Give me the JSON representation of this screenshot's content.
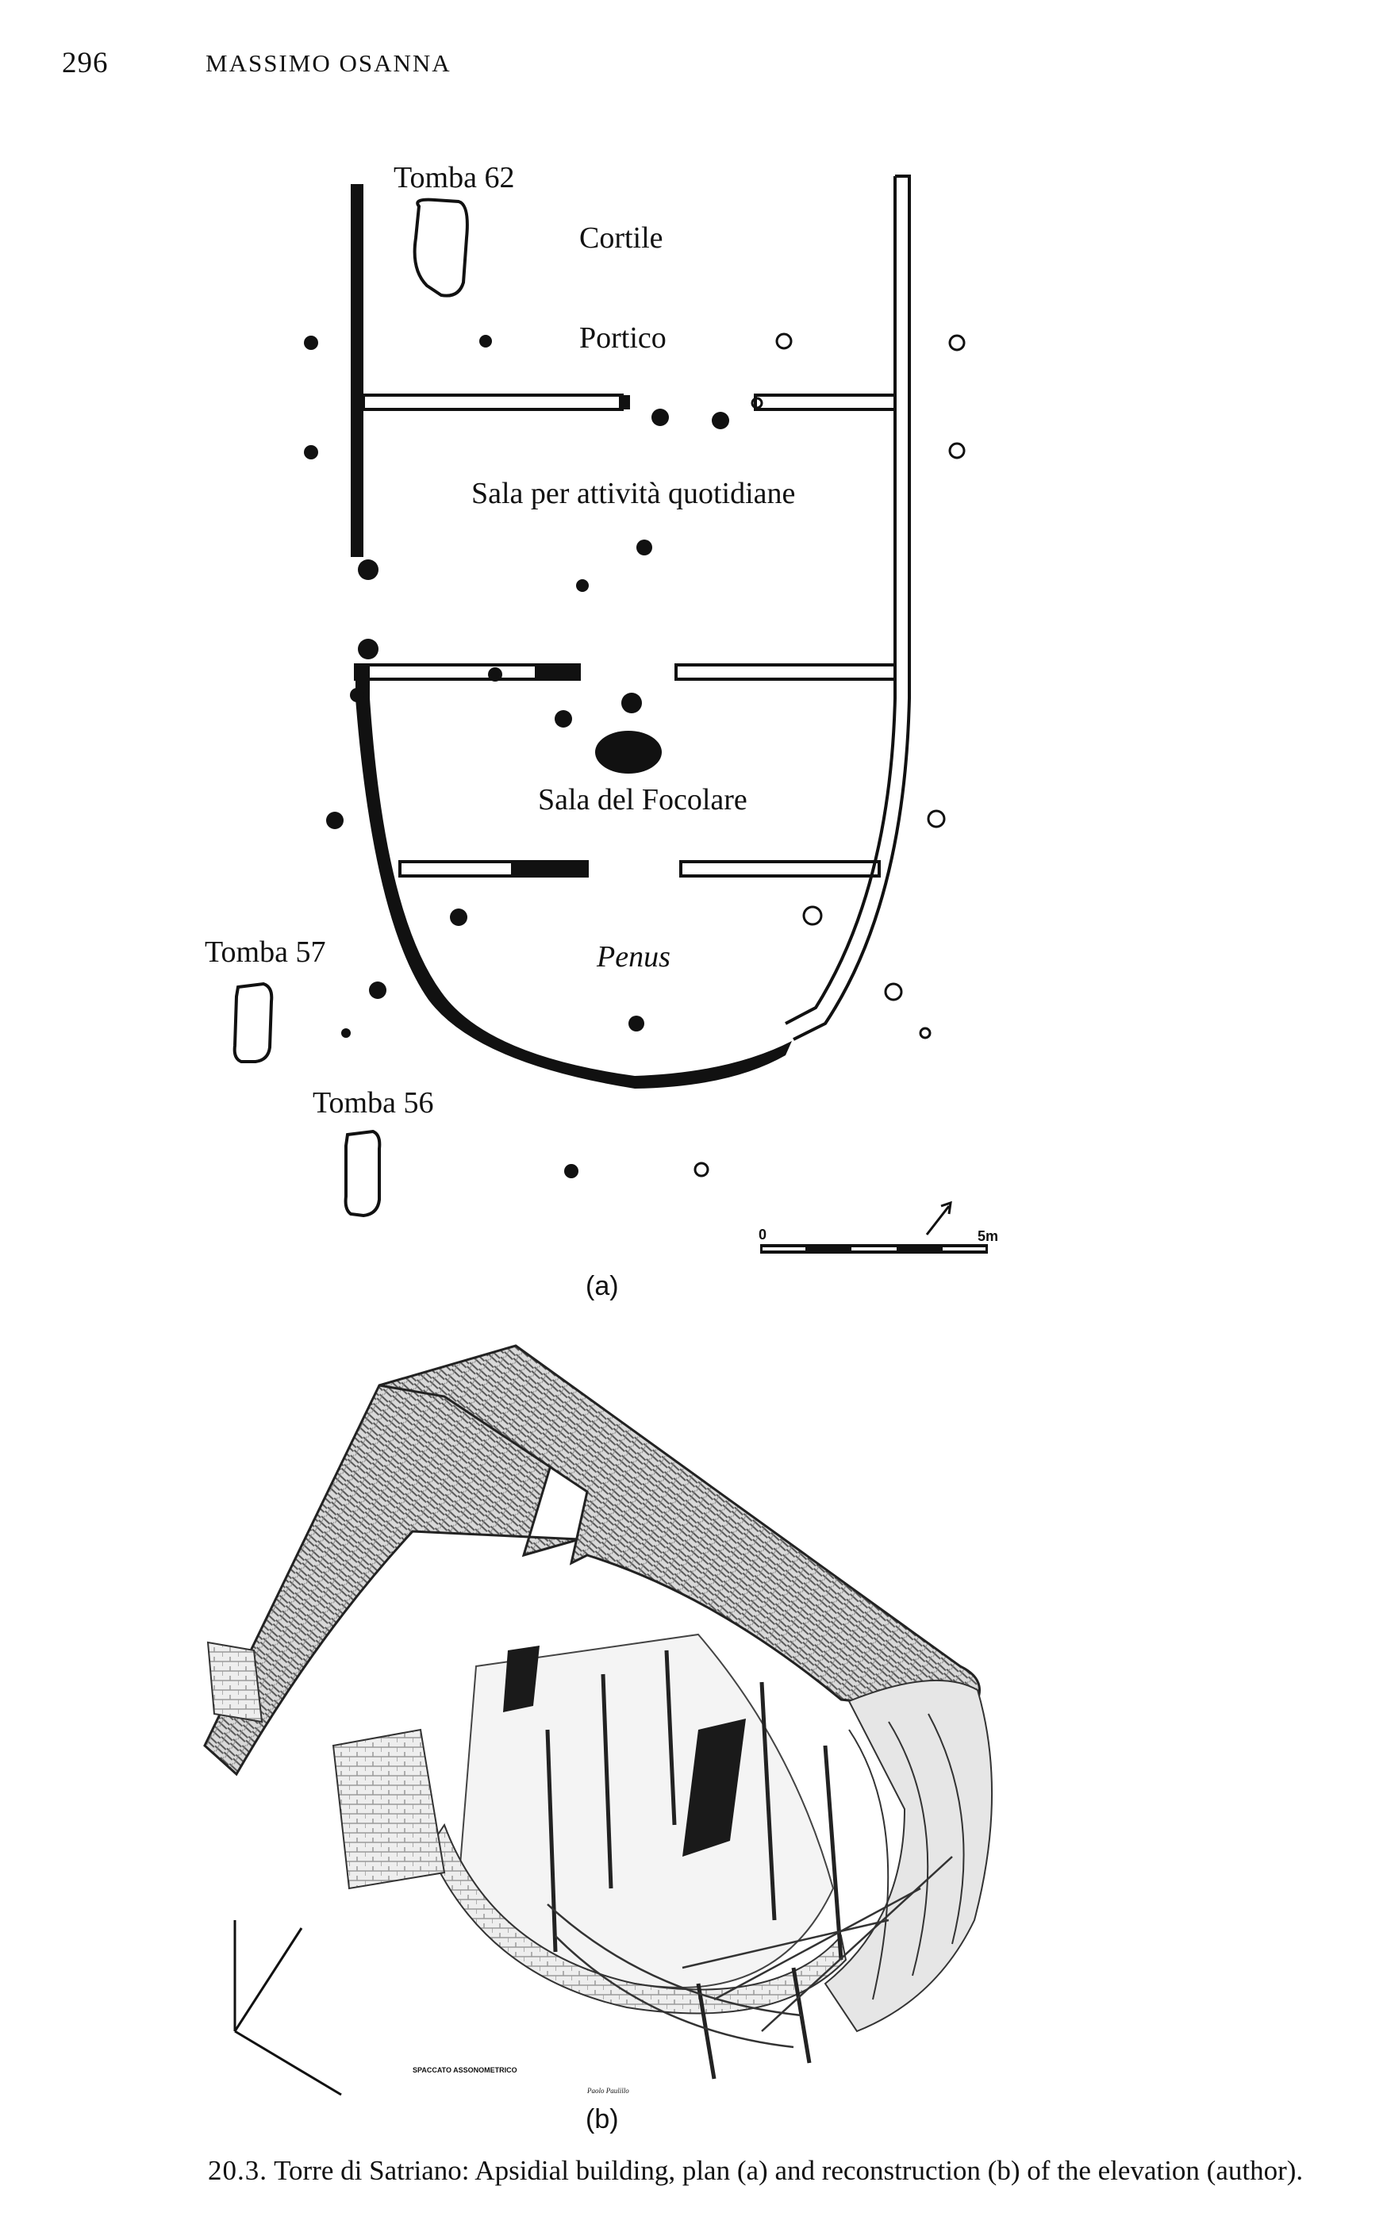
{
  "header": {
    "page_number": "296",
    "running_head": "MASSIMO OSANNA"
  },
  "plan": {
    "rooms": {
      "cortile": "Cortile",
      "portico": "Portico",
      "sala_quotidiane": "Sala per attività quotidiane",
      "sala_focolare": "Sala del Focolare",
      "penus": "Penus"
    },
    "tombs": {
      "t62": "Tomba 62",
      "t57": "Tomba 57",
      "t56": "Tomba 56"
    },
    "scale": {
      "start": "0",
      "end": "5m"
    },
    "sublabel": "(a)"
  },
  "reconstruction": {
    "drawing_label": "SPACCATO ASSONOMETRICO",
    "signature": "Paolo Paulillo",
    "sublabel": "(b)"
  },
  "caption": {
    "number": "20.3.",
    "text": "Torre di Satriano: Apsidial building, plan (a) and reconstruction (b) of the elevation (author)."
  }
}
